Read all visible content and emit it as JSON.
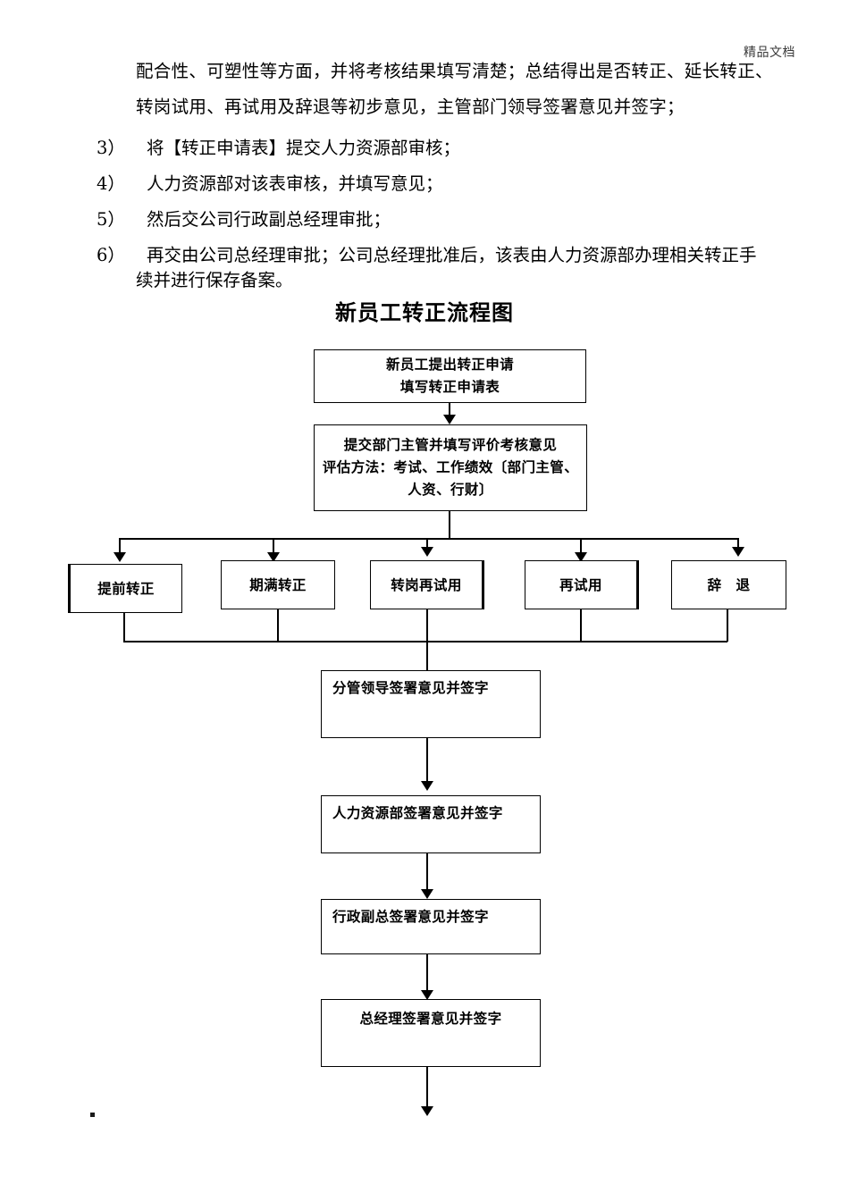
{
  "document": {
    "watermark": "精品文档",
    "continuation_lines": [
      "配合性、可塑性等方面，并将考核结果填写清楚；总结得出是否转正、延长转正、",
      "转岗试用、再试用及辞退等初步意见，主管部门领导签署意见并签字；"
    ],
    "list_items": [
      {
        "marker": "3）",
        "text": "将【转正申请表】提交人力资源部审核；"
      },
      {
        "marker": "4）",
        "text": "人力资源部对该表审核，并填写意见；"
      },
      {
        "marker": "5）",
        "text": "然后交公司行政副总经理审批；"
      },
      {
        "marker": "6）",
        "text": "再交由公司总经理审批；公司总经理批准后，该表由人力资源部办理相关转正手"
      }
    ],
    "list_item_6_continuation": "续并进行保存备案。"
  },
  "flowchart": {
    "title": "新员工转正流程图",
    "nodes": {
      "apply": {
        "line1": "新员工提出转正申请",
        "line2": "填写转正申请表"
      },
      "review": {
        "line1": "提交部门主管并填写评价考核意见",
        "line2": "评估方法：考试、工作绩效〔部门主管、",
        "line3": "人资、行财〕"
      },
      "branches": [
        {
          "label": "提前转正"
        },
        {
          "label": "期满转正"
        },
        {
          "label": "转岗再试用"
        },
        {
          "label": "再试用"
        },
        {
          "label": "辞　退"
        }
      ],
      "supervisor_sign": {
        "label": "分管领导签署意见并签字"
      },
      "hr_sign": {
        "label": "人力资源部签署意见并签字"
      },
      "vp_sign": {
        "label": "行政副总签署意见并签字"
      },
      "gm_sign": {
        "label": "总经理签署意见并签字"
      }
    }
  },
  "colors": {
    "ink": "#000000",
    "page": "#ffffff",
    "watermark": "#3a3a3a"
  }
}
